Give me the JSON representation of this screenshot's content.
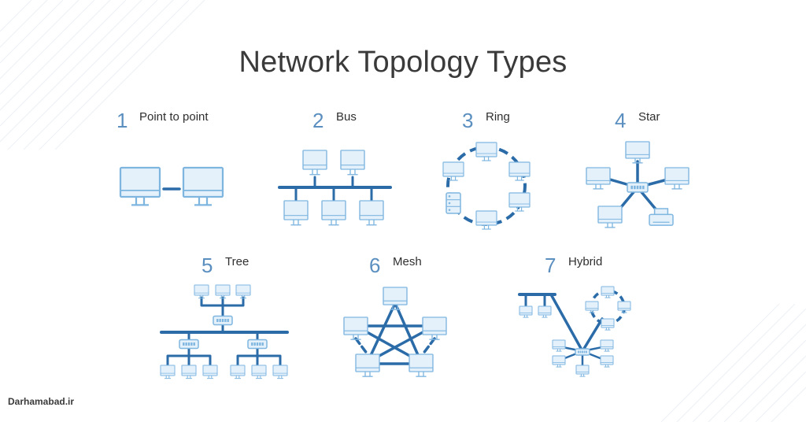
{
  "title": "Network Topology Types",
  "colors": {
    "accent": "#2b6ca8",
    "device_outline": "#7fb6e0",
    "device_fill": "#e4f1fb",
    "number": "#5b8fc0"
  },
  "topologies": [
    {
      "number": "1",
      "label": "Point to point"
    },
    {
      "number": "2",
      "label": "Bus"
    },
    {
      "number": "3",
      "label": "Ring"
    },
    {
      "number": "4",
      "label": "Star"
    },
    {
      "number": "5",
      "label": "Tree"
    },
    {
      "number": "6",
      "label": "Mesh"
    },
    {
      "number": "7",
      "label": "Hybrid"
    }
  ],
  "watermark": "Darhamabad.ir"
}
